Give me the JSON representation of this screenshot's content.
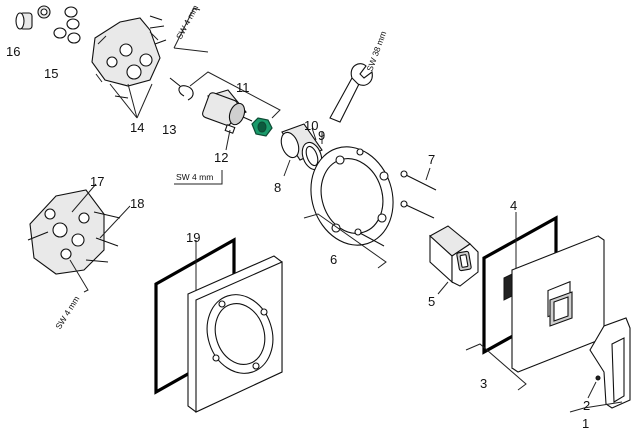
{
  "labels": {
    "p1": "1",
    "p2": "2",
    "p3": "3",
    "p4": "4",
    "p5": "5",
    "p6": "6",
    "p7": "7",
    "p8": "8",
    "p9": "9",
    "p10": "10",
    "p11": "11",
    "p12": "12",
    "p13": "13",
    "p14": "14",
    "p15": "15",
    "p16": "16",
    "p17": "17",
    "p18": "18",
    "p19": "19"
  },
  "tool_labels": {
    "sw4_top": "SW 4 mm",
    "sw38": "SW 38 mm",
    "sw4_mid": "SW 4 mm",
    "sw4_left": "SW 4 mm"
  },
  "colors": {
    "accent_green": "#1a9a6a",
    "line": "#222222",
    "gasket": "#000000"
  }
}
